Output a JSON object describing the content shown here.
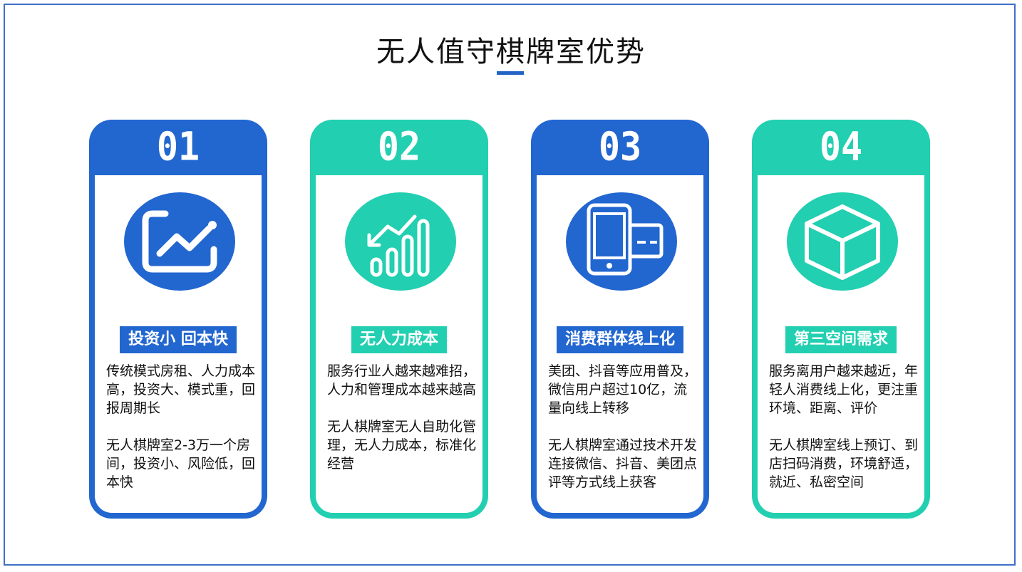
{
  "title": "无人值守棋牌室优势",
  "colors": {
    "blue": "#2266d0",
    "teal": "#22cfb0",
    "accent": "#2363c6"
  },
  "cards": [
    {
      "number": "01",
      "icon": "trend-chart-icon",
      "heading": "投资小 回本快",
      "para1": "传统模式房租、人力成本高，投资大、模式重，回报周期长",
      "para2": "无人棋牌室2-3万一个房间，投资小、风险低，回本快"
    },
    {
      "number": "02",
      "icon": "bar-chart-growth-icon",
      "heading": "无人力成本",
      "para1": "服务行业人越来越难招，人力和管理成本越来越高",
      "para2": "无人棋牌室无人自助化管理，无人力成本，标准化经营"
    },
    {
      "number": "03",
      "icon": "phone-card-icon",
      "heading": "消费群体线上化",
      "para1": "美团、抖音等应用普及，微信用户超过10亿，流量向线上转移",
      "para2": "无人棋牌室通过技术开发连接微信、抖音、美团点评等方式线上获客"
    },
    {
      "number": "04",
      "icon": "cube-icon",
      "heading": "第三空间需求",
      "para1": "服务离用户越来越近，年轻人消费线上化，更注重环境、距离、评价",
      "para2": "无人棋牌室线上预订、到店扫码消费，环境舒适，就近、私密空间"
    }
  ]
}
